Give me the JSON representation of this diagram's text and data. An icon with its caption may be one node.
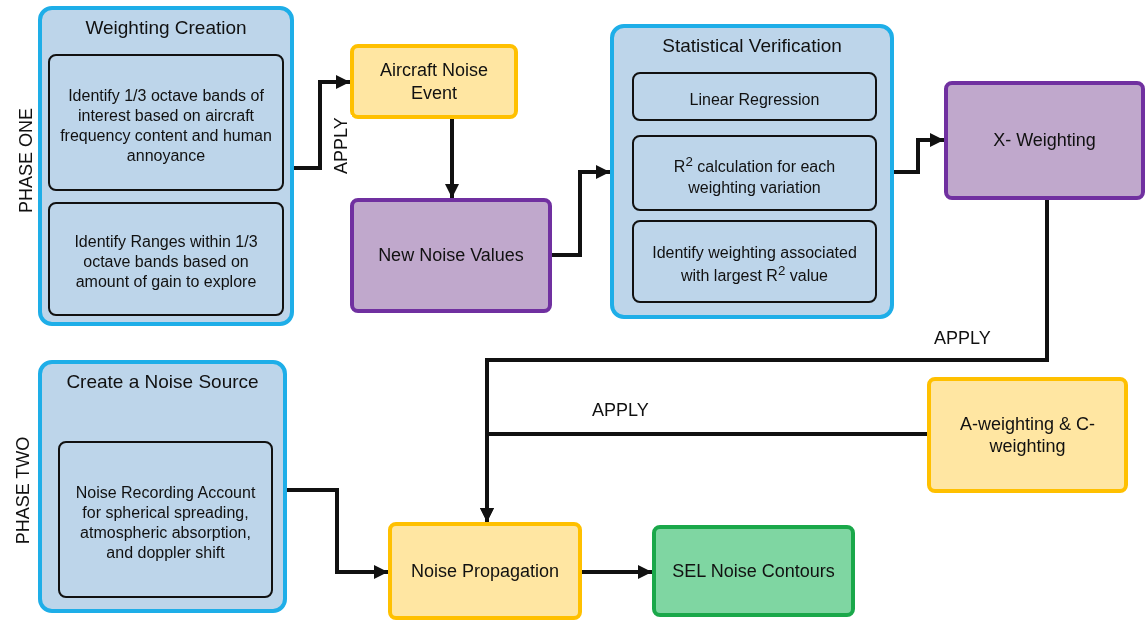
{
  "diagram": {
    "nodes": [
      {
        "text": [
          "Weighting Creation"
        ]
      },
      {
        "text": [
          "Identify 1/3 octave bands of interest based on aircraft frequency content and human annoyance"
        ],
        "in": 0
      },
      {
        "text": [
          "Identify Ranges within 1/3 octave bands based on amount of gain to explore"
        ],
        "in": 0
      },
      {
        "text": [
          "Aircraft Noise Event"
        ]
      },
      {
        "text": [
          "New Noise Values"
        ]
      },
      {
        "text": [
          "Statistical Verification"
        ]
      },
      {
        "text": [
          "Linear Regression"
        ],
        "in": 5
      },
      {
        "text": [
          "R$^{2}$ calculation for each weighting variation"
        ],
        "in": 5
      },
      {
        "text": [
          "Identify weighting associated with largest R$^{2}$ value"
        ],
        "in": 5
      },
      {
        "text": [
          "X- Weighting"
        ]
      },
      {
        "text": [
          "A-weighting & C-weighting"
        ]
      },
      {
        "text": [
          "Create a Noise Source"
        ]
      },
      {
        "text": [
          "Noise Recording Account for spherical spreading, atmospheric absorption, and doppler shift"
        ],
        "in": 11
      },
      {
        "text": [
          "Noise Propagation"
        ]
      },
      {
        "text": [
          "SEL Noise Contours"
        ]
      }
    ],
    "edges": [
      {
        "from": 0,
        "to": 3,
        "arrow": "to",
        "label": "APPLY"
      },
      {
        "from": 3,
        "to": 4,
        "arrow": "to"
      },
      {
        "from": 4,
        "to": 5,
        "arrow": "to"
      },
      {
        "from": 5,
        "to": 9,
        "arrow": "to"
      },
      {
        "from": 9,
        "to": 13,
        "arrow": "to",
        "label": "APPLY"
      },
      {
        "from": 10,
        "to": 13,
        "arrow": "to",
        "label": "APPLY"
      },
      {
        "from": 11,
        "to": 13,
        "arrow": "to"
      },
      {
        "from": 13,
        "to": 14,
        "arrow": "to"
      }
    ],
    "labels": [
      "PHASE ONE",
      "PHASE TWO"
    ]
  }
}
